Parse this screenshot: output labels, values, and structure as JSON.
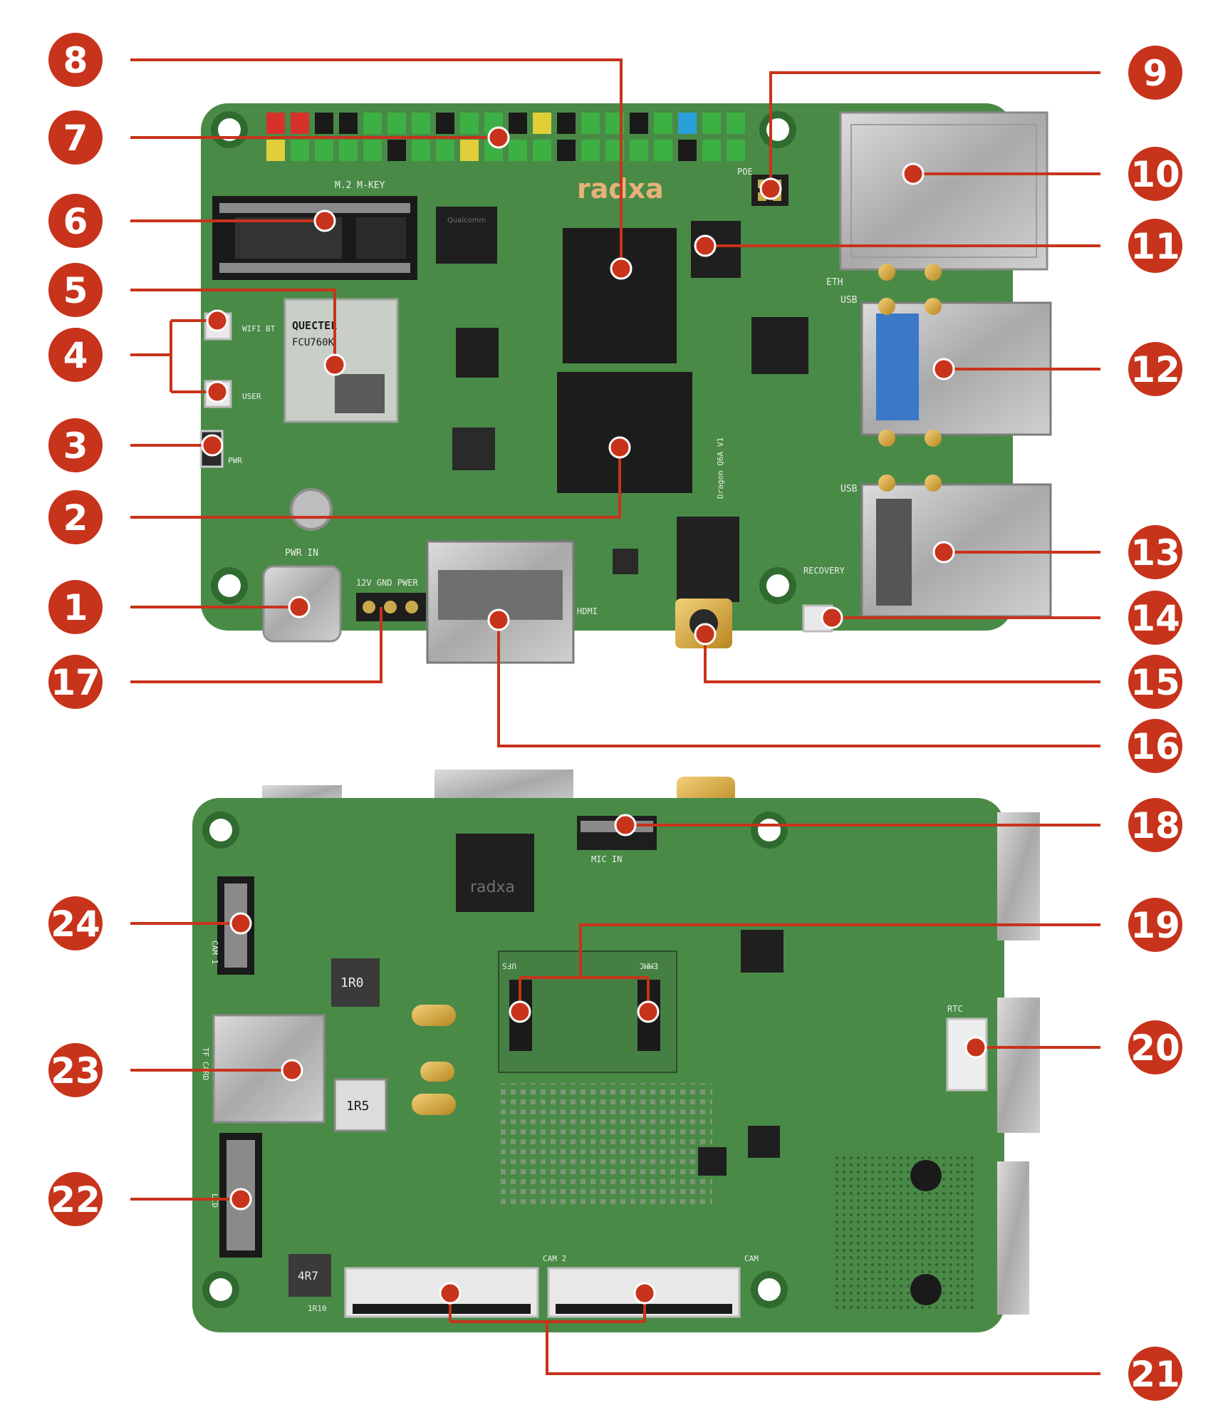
{
  "accent": "#c8331b",
  "board_color": "#4a8a47",
  "top_board": {
    "brand_logo": "radxa",
    "silkscreen": {
      "header_label": "M.2 M-KEY",
      "wifi_button": "WIFI BT",
      "user_button": "USER",
      "power_button": "PWR",
      "power_in": "PWR IN",
      "power_header": "12V GND PWER",
      "hdmi": "HDMI",
      "eth": "ETH",
      "usb_a": "USB",
      "usb_b": "USB",
      "poe": "POE",
      "recovery": "RECOVERY",
      "board_name": "Dragon Q6A V1",
      "wifi_module_brand": "QUECTEL",
      "wifi_module_model": "FCU760K",
      "pmic_label": "Qualcomm"
    }
  },
  "bottom_board": {
    "brand_logo": "radxa",
    "silkscreen": {
      "mic": "MIC IN",
      "ufs": "UFS",
      "emmc": "EMMC",
      "rtc": "RTC",
      "tf_card": "TF CARD",
      "cam1": "CAM 1",
      "cam2": "CAM 2",
      "cam3": "CAM",
      "lcd": "LCD",
      "inductor_a": "1R0",
      "inductor_b": "1R5",
      "inductor_c": "4R7",
      "inductor_d": "1R10"
    }
  },
  "callouts": [
    {
      "number": "1"
    },
    {
      "number": "2"
    },
    {
      "number": "3"
    },
    {
      "number": "4"
    },
    {
      "number": "5"
    },
    {
      "number": "6"
    },
    {
      "number": "7"
    },
    {
      "number": "8"
    },
    {
      "number": "9"
    },
    {
      "number": "10"
    },
    {
      "number": "11"
    },
    {
      "number": "12"
    },
    {
      "number": "13"
    },
    {
      "number": "14"
    },
    {
      "number": "15"
    },
    {
      "number": "16"
    },
    {
      "number": "17"
    },
    {
      "number": "18"
    },
    {
      "number": "19"
    },
    {
      "number": "20"
    },
    {
      "number": "21"
    },
    {
      "number": "22"
    },
    {
      "number": "23"
    },
    {
      "number": "24"
    }
  ]
}
